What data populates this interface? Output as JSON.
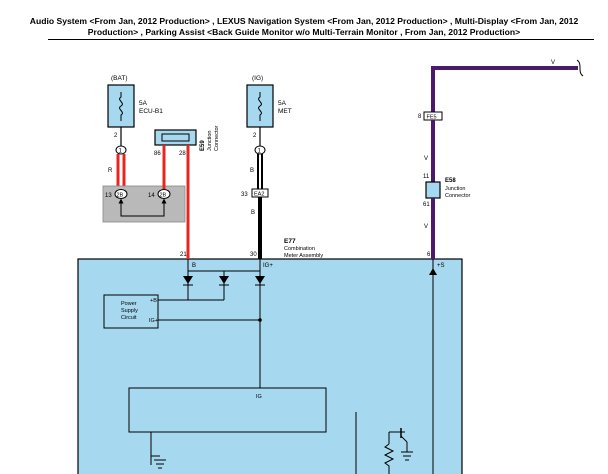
{
  "header": {
    "line1": "Audio System <From Jan, 2012 Production> , LEXUS Navigation System <From Jan, 2012 Production> , Multi-Display <From Jan, 2012",
    "line2": "Production> , Parking Assist <Back Guide Monitor w/o Multi-Terrain Monitor , From Jan, 2012 Production>"
  },
  "fuse_bat": {
    "source": "(BAT)",
    "rating": "5A",
    "name": "ECU-B1",
    "pin": "2"
  },
  "fuse_ig": {
    "source": "(IG)",
    "rating": "5A",
    "name": "MET",
    "pin": "2"
  },
  "junction_1": {
    "id": "E59",
    "desc1": "Junction",
    "desc2": "Connector",
    "pin_left": "86",
    "pin_right": "28"
  },
  "bat_wire": {
    "splice": "1",
    "color": "R",
    "pin_a": "13",
    "conn_a": "2B",
    "pin_b": "14",
    "conn_b": "2B"
  },
  "ig_wire": {
    "splice": "1",
    "color": "B",
    "pin": "33",
    "conn": "EA2"
  },
  "v_wire": {
    "label_top": "V",
    "conn_pin": "8",
    "conn": "FE5",
    "label_mid": "V",
    "label_bot": "V",
    "jc_id": "E58",
    "jc_desc1": "Junction",
    "jc_desc2": "Connector",
    "jc_pin_top": "11",
    "jc_pin_bot": "61"
  },
  "meter": {
    "id": "E77",
    "desc1": "Combination",
    "desc2": "Meter Assembly",
    "pin_b": "21",
    "pin_b_label": "B",
    "pin_ig": "30",
    "pin_ig_label": "IG+",
    "pin_s": "6",
    "pin_s_label": "+S",
    "psu_line1": "Power",
    "psu_line2": "Supply",
    "psu_line3": "Circuit",
    "psu_b": "+B",
    "psu_ig": "IG+",
    "box_label": "IG"
  },
  "colors": {
    "box_fill": "#a6d8ef",
    "wire_red": "#e8261f",
    "wire_purple": "#4a1a6b",
    "gray_fill": "#b9b9b9"
  }
}
